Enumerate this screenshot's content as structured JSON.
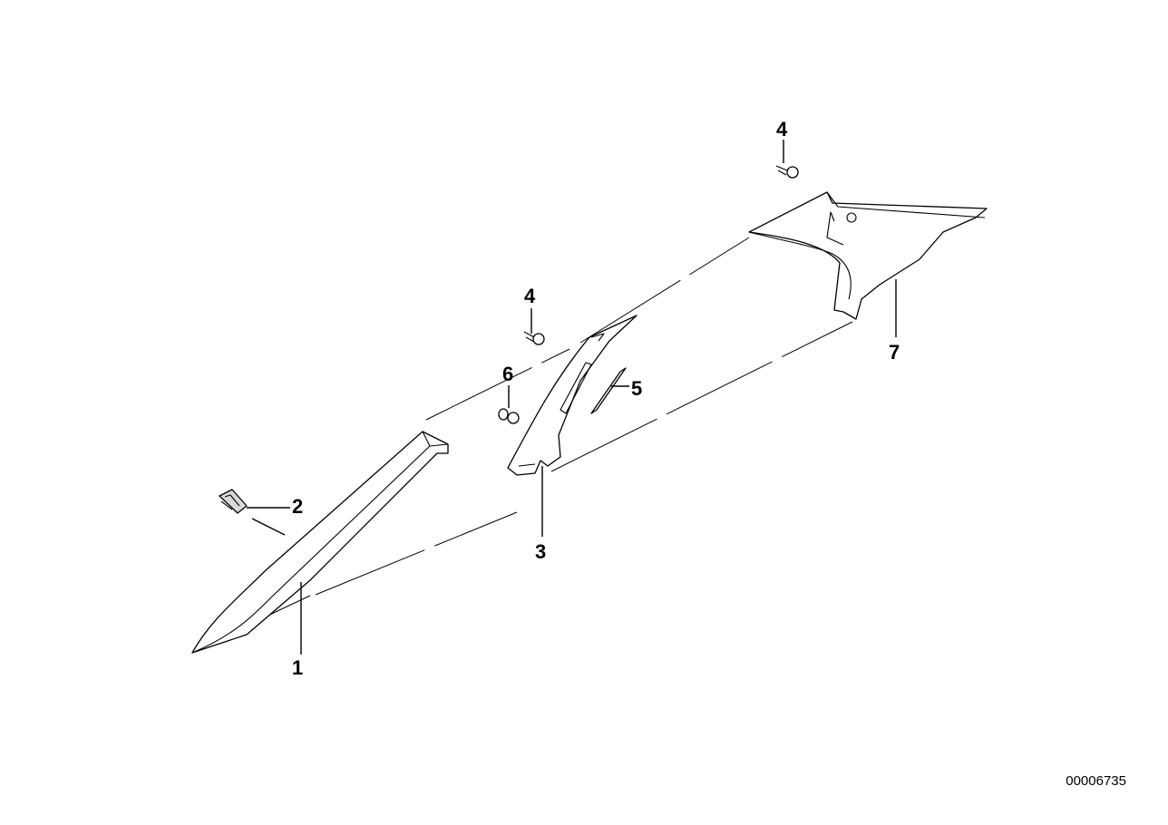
{
  "diagram": {
    "document_number": "00006735",
    "callouts": [
      {
        "id": "1",
        "label": "1"
      },
      {
        "id": "2",
        "label": "2"
      },
      {
        "id": "3",
        "label": "3"
      },
      {
        "id": "4a",
        "label": "4"
      },
      {
        "id": "4b",
        "label": "4"
      },
      {
        "id": "5",
        "label": "5"
      },
      {
        "id": "6",
        "label": "6"
      },
      {
        "id": "7",
        "label": "7"
      }
    ]
  }
}
